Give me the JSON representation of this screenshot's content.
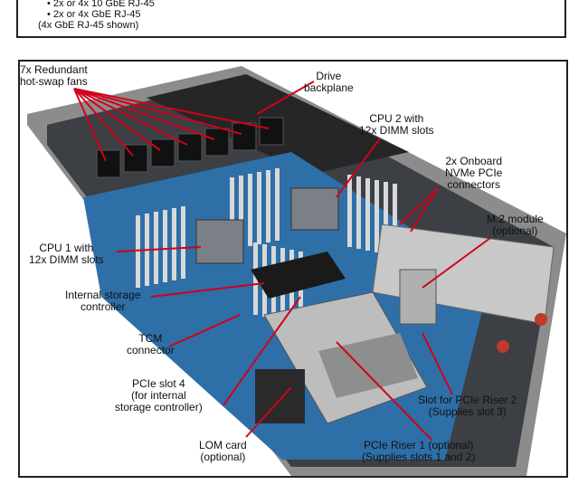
{
  "spec_box": {
    "items": [
      "2x or 4x 10 GbE RJ-45",
      "2x or 4x GbE RJ-45"
    ],
    "note": "(4x GbE RJ-45 shown)"
  },
  "callouts": {
    "fans": [
      "7x Redundant",
      "hot-swap fans"
    ],
    "drive_backplane": [
      "Drive",
      "backplane"
    ],
    "cpu2": [
      "CPU 2 with",
      "12x DIMM slots"
    ],
    "nvme": [
      "2x Onboard",
      "NVMe PCIe",
      "connectors"
    ],
    "m2": [
      "M.2 module",
      "(optional)"
    ],
    "cpu1": [
      "CPU 1 with",
      "12x DIMM slots"
    ],
    "storage_ctrl": [
      "Internal storage",
      "controller"
    ],
    "tcm": [
      "TCM",
      "connector"
    ],
    "pcie4": [
      "PCIe slot 4",
      "(for internal",
      "storage controller)"
    ],
    "riser2": [
      "Slot for PCIe Riser 2",
      "(Supplies slot 3)"
    ],
    "lom": [
      "LOM card",
      "(optional)"
    ],
    "riser1": [
      "PCIe Riser 1 (optional)",
      "(Supplies slots 1 and 2)"
    ]
  },
  "colors": {
    "board": "#2e6fa8",
    "chassis": "#b9b9b9",
    "leader": "#d0021b"
  }
}
